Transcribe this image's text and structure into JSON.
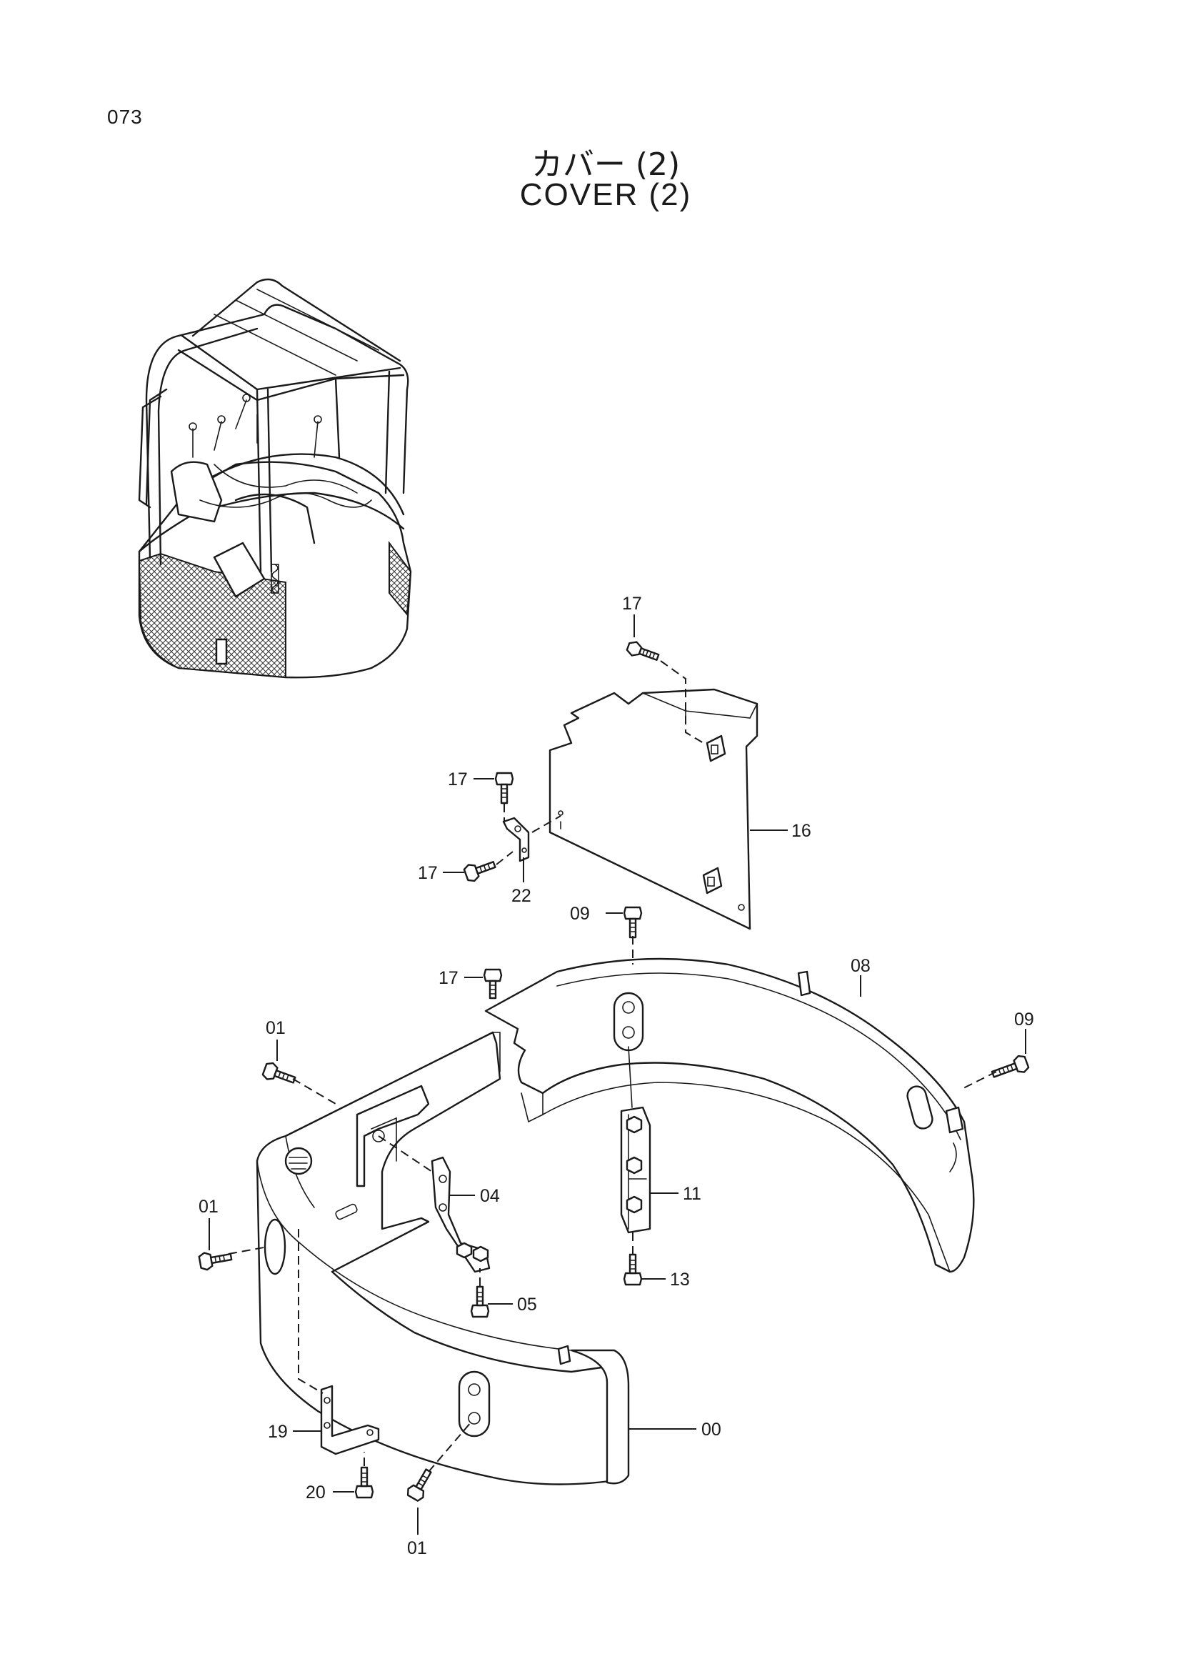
{
  "page": {
    "number": "073"
  },
  "title": {
    "japanese": "カバー (2)",
    "english": "COVER (2)"
  },
  "callouts": [
    {
      "label": "17"
    },
    {
      "label": "17"
    },
    {
      "label": "16"
    },
    {
      "label": "17"
    },
    {
      "label": "22"
    },
    {
      "label": "09"
    },
    {
      "label": "17"
    },
    {
      "label": "08"
    },
    {
      "label": "09"
    },
    {
      "label": "01"
    },
    {
      "label": "04"
    },
    {
      "label": "11"
    },
    {
      "label": "01"
    },
    {
      "label": "13"
    },
    {
      "label": "05"
    },
    {
      "label": "19"
    },
    {
      "label": "00"
    },
    {
      "label": "20"
    },
    {
      "label": "01"
    }
  ]
}
